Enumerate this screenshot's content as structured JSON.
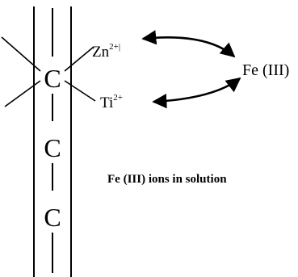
{
  "diagram": {
    "chain_atoms": [
      "C",
      "C",
      "C"
    ],
    "ions": {
      "zinc": {
        "symbol": "Zn",
        "charge": "2+|"
      },
      "titanium": {
        "symbol": "Ti",
        "charge": "2+"
      }
    },
    "target": "Fe (III)",
    "caption": "Fe (III) ions in solution"
  }
}
